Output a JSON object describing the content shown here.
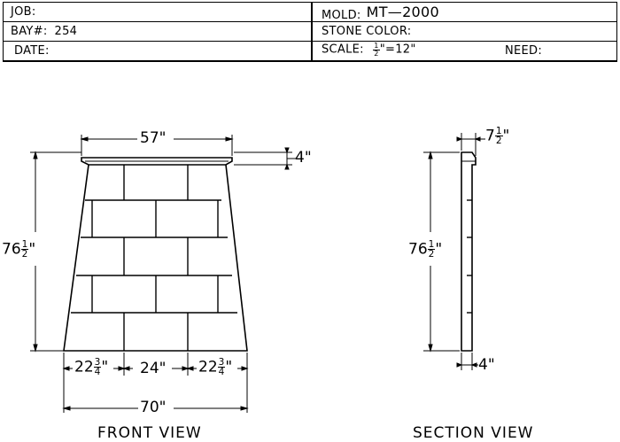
{
  "title_block": {
    "job_label": "JOB:",
    "job_value": "",
    "mold_label": "MOLD:",
    "mold_value": "MT—2000",
    "bay_label": "BAY#:",
    "bay_value": "254",
    "stone_color_label": "STONE COLOR:",
    "stone_color_value": "",
    "date_label": "DATE:",
    "date_value": "",
    "scale_label": "SCALE:",
    "scale_frac_num": "1",
    "scale_frac_den": "2",
    "scale_rest": "\"=12\"",
    "need_label": "NEED:",
    "need_value": ""
  },
  "front_view": {
    "title": "FRONT VIEW",
    "cap_width": "57\"",
    "cap_height": "4\"",
    "height_whole": "76",
    "height_num": "1",
    "height_den": "2",
    "height_unit": "\"",
    "seg_left_whole": "22",
    "seg_left_num": "3",
    "seg_left_den": "4",
    "seg_left_unit": "\"",
    "seg_mid": "24\"",
    "seg_right_whole": "22",
    "seg_right_num": "3",
    "seg_right_den": "4",
    "seg_right_unit": "\"",
    "base_width": "70\""
  },
  "section_view": {
    "title": "SECTION VIEW",
    "top_whole": "7",
    "top_num": "1",
    "top_den": "2",
    "top_unit": "\"",
    "height_whole": "76",
    "height_num": "1",
    "height_den": "2",
    "height_unit": "\"",
    "bottom_depth": "4\""
  }
}
